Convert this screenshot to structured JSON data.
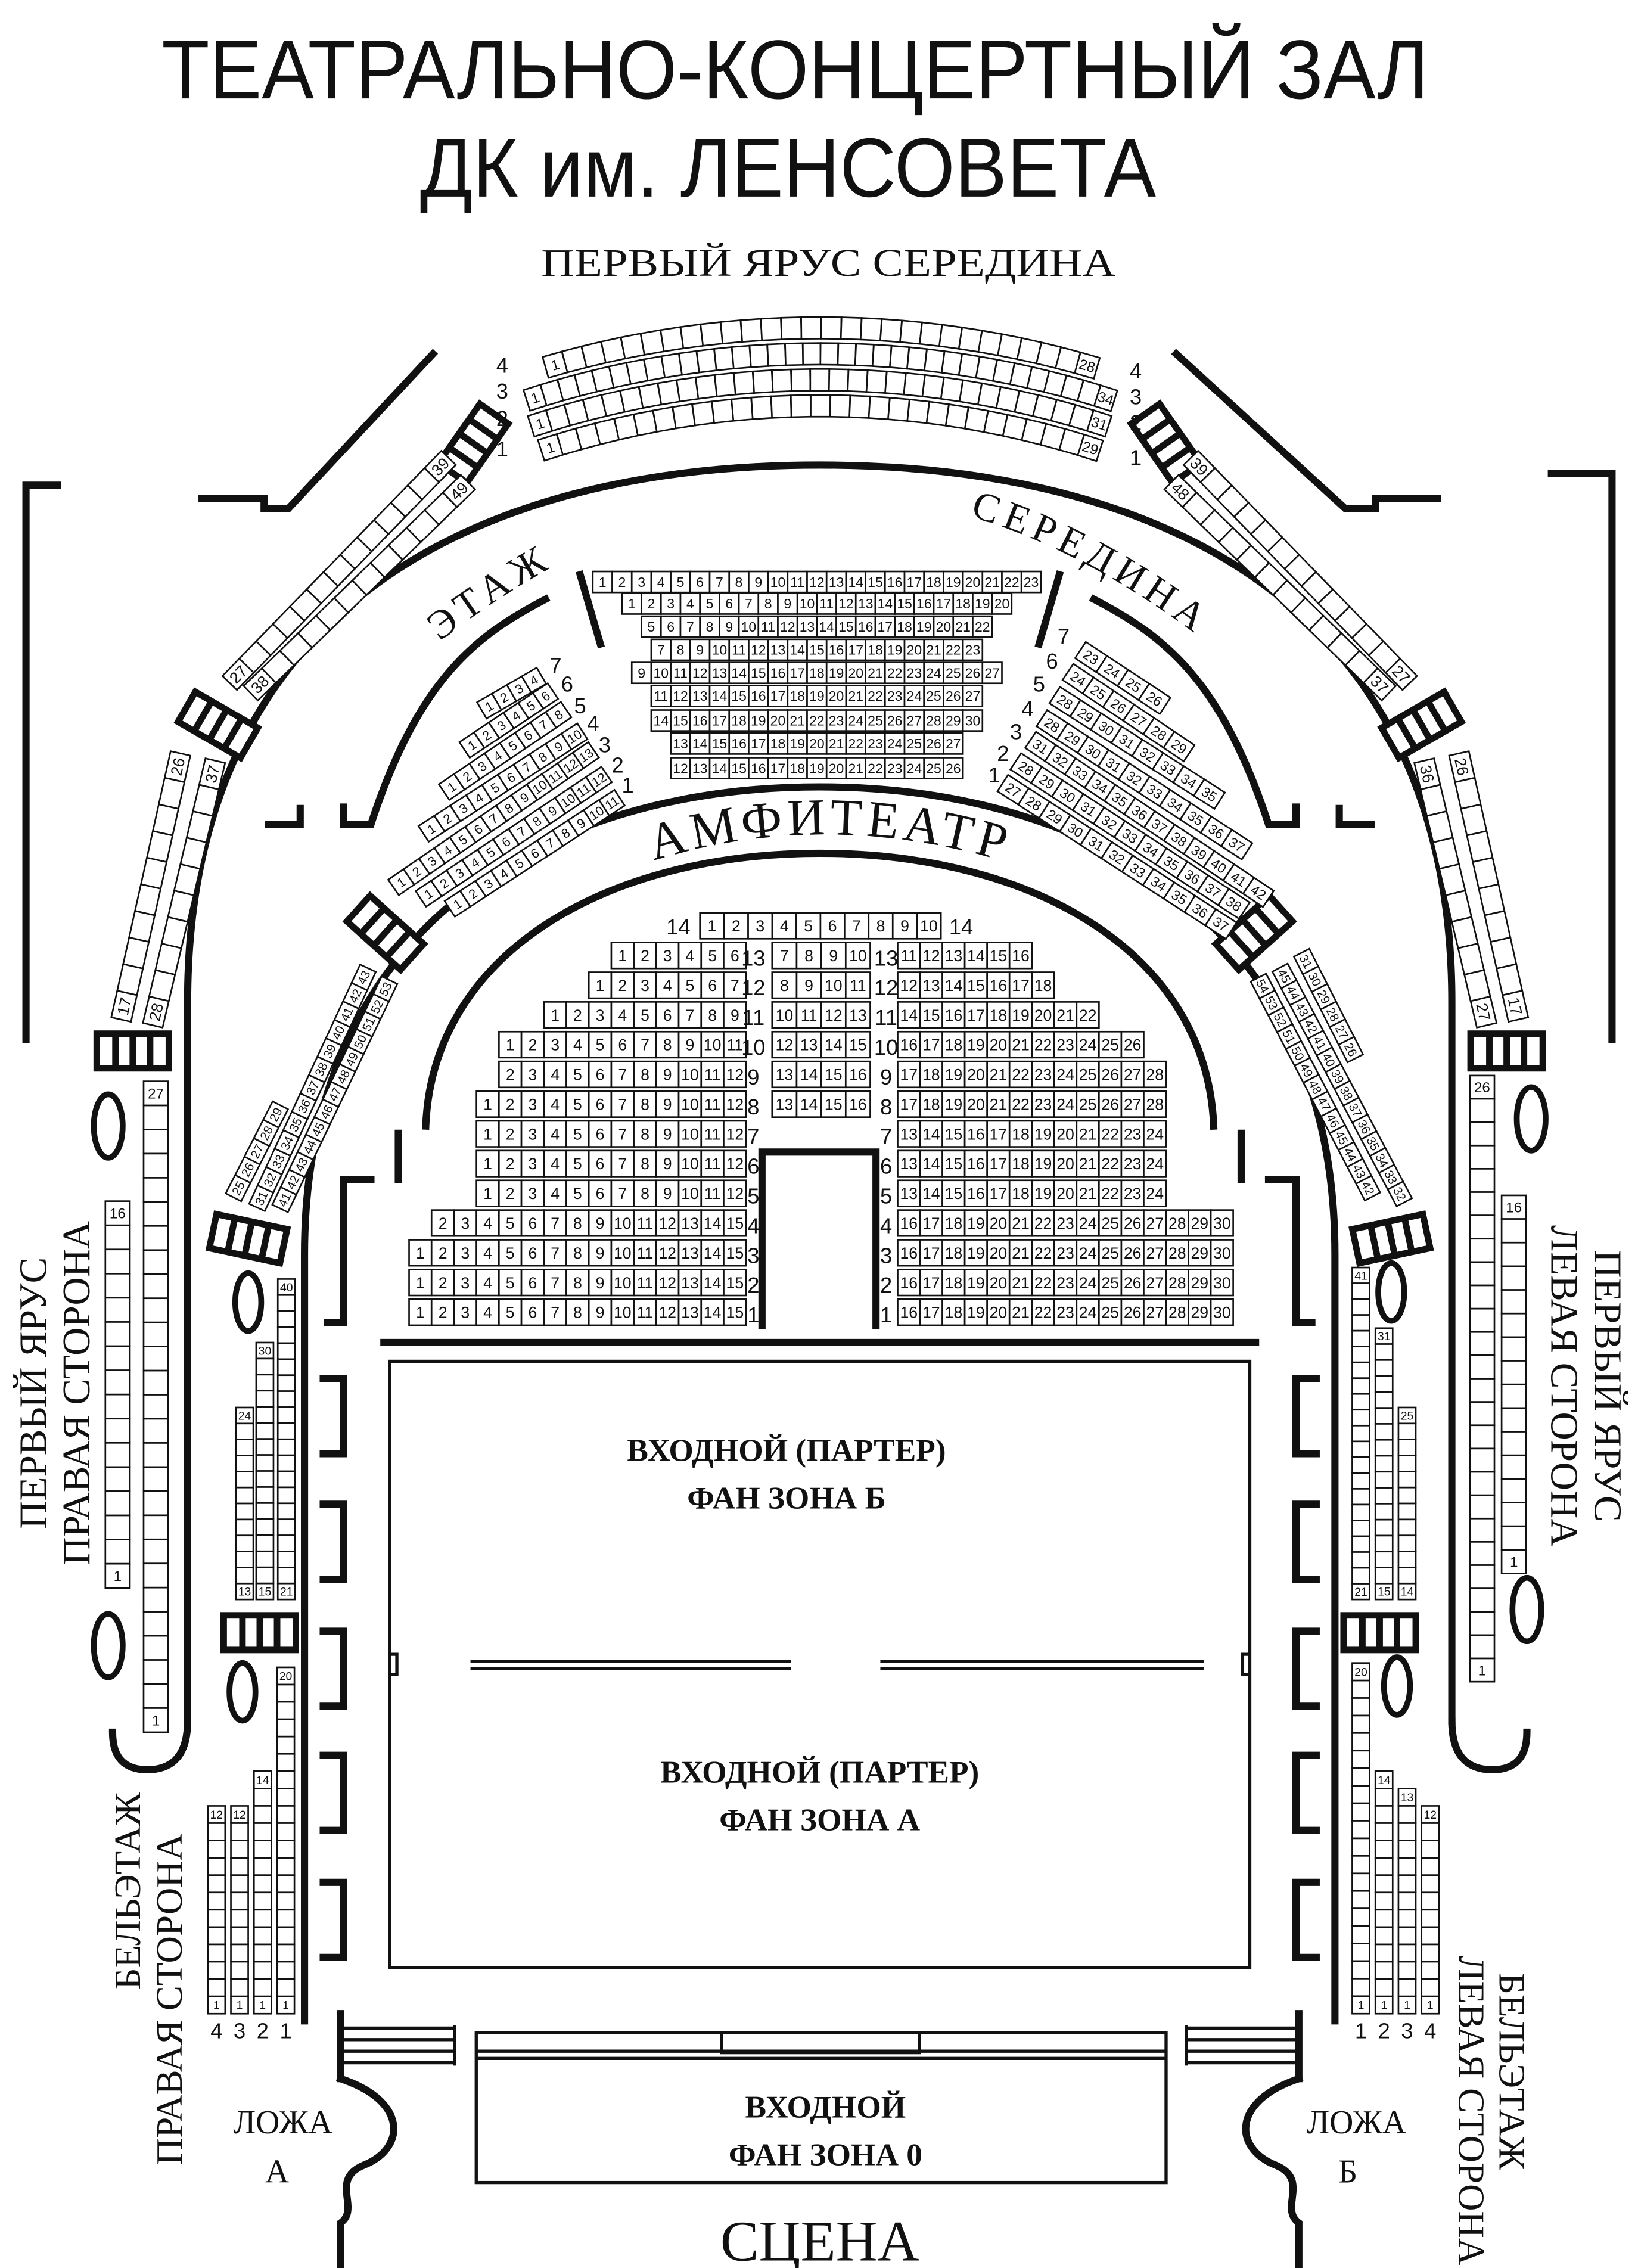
{
  "title": {
    "line1": "ТЕАТРАЛЬНО-КОНЦЕРТНЫЙ ЗАЛ",
    "line2": "ДК им. ЛЕНСОВЕТА"
  },
  "tier1_center": {
    "label": "ПЕРВЫЙ ЯРУС СЕРЕДИНА",
    "rows": [
      {
        "row": "4",
        "first": 1,
        "last": 28
      },
      {
        "row": "3",
        "first": 1,
        "last": 34
      },
      {
        "row": "2",
        "first": 1,
        "last": 31
      },
      {
        "row": "1",
        "first": 1,
        "last": 29
      }
    ]
  },
  "tier1_right_side": {
    "line1": "ПЕРВЫЙ ЯРУС",
    "line2": "ПРАВАЯ СТОРОНА",
    "strips": [
      {
        "first": 39,
        "last": 27
      },
      {
        "first": 49,
        "last": 38
      },
      {
        "first": 26,
        "last": 17
      },
      {
        "first": 37,
        "last": 28
      },
      {
        "first": 27,
        "last": 1
      },
      {
        "first": 16,
        "last": 1
      }
    ]
  },
  "tier1_left_side": {
    "line1": "ПЕРВЫЙ ЯРУС",
    "line2": "ЛЕВАЯ СТОРОНА",
    "strips": [
      {
        "first": 39,
        "last": 27
      },
      {
        "first": 48,
        "last": 37
      },
      {
        "first": 36,
        "last": 27
      },
      {
        "first": 26,
        "last": 17
      },
      {
        "first": 26,
        "last": 1
      },
      {
        "first": 16,
        "last": 1
      }
    ]
  },
  "beletage": {
    "label_left": "БЕЛЬЭТАЖ",
    "label_right": "СЕРЕДИНА",
    "center_rows": [
      [
        1,
        23
      ],
      [
        1,
        20
      ],
      [
        5,
        22
      ],
      [
        7,
        23
      ],
      [
        9,
        27
      ],
      [
        11,
        27
      ],
      [
        14,
        30
      ],
      [
        13,
        27
      ],
      [
        12,
        26
      ]
    ],
    "left_block": [
      {
        "row": "7",
        "first": 1,
        "last": 4
      },
      {
        "row": "6",
        "first": 1,
        "last": 6
      },
      {
        "row": "5",
        "first": 1,
        "last": 8
      },
      {
        "row": "4",
        "first": 1,
        "last": 10
      },
      {
        "row": "3",
        "first": 1,
        "last": 13
      },
      {
        "row": "2",
        "first": 1,
        "last": 12
      },
      {
        "row": "1",
        "first": 1,
        "last": 11
      }
    ],
    "right_block": [
      {
        "row": "7",
        "first": 23,
        "last": 26
      },
      {
        "row": "6",
        "first": 24,
        "last": 29
      },
      {
        "row": "5",
        "first": 28,
        "last": 35
      },
      {
        "row": "4",
        "first": 28,
        "last": 37
      },
      {
        "row": "3",
        "first": 31,
        "last": 42
      },
      {
        "row": "2",
        "first": 28,
        "last": 38
      },
      {
        "row": "1",
        "first": 27,
        "last": 37
      }
    ]
  },
  "beletage_right_side": {
    "line1": "БЕЛЬЭТАЖ",
    "line2": "ПРАВАЯ СТОРОНА",
    "upper": [
      {
        "first": 40,
        "last": 21
      },
      {
        "first": 30,
        "last": 15
      },
      {
        "first": 24,
        "last": 13
      }
    ],
    "lower": [
      {
        "row": "1",
        "first": 20,
        "last": 1
      },
      {
        "row": "2",
        "first": 14,
        "last": 1
      },
      {
        "row": "3",
        "first": 12,
        "last": 1
      },
      {
        "row": "4",
        "first": 12,
        "last": 1
      }
    ]
  },
  "beletage_left_side": {
    "line1": "БЕЛЬЭТАЖ",
    "line2": "ЛЕВАЯ СТОРОНА",
    "upper": [
      {
        "first": 41,
        "last": 21
      },
      {
        "first": 31,
        "last": 15
      },
      {
        "first": 25,
        "last": 14
      }
    ],
    "lower": [
      {
        "row": "1",
        "first": 20,
        "last": 1
      },
      {
        "row": "2",
        "first": 14,
        "last": 1
      },
      {
        "row": "3",
        "first": 13,
        "last": 1
      },
      {
        "row": "4",
        "first": 12,
        "last": 1
      }
    ]
  },
  "amphitheatre": {
    "label": "АМФИТЕАТР",
    "left_side": [
      [
        25,
        29
      ],
      [
        31,
        43
      ],
      [
        41,
        53
      ]
    ],
    "right_side": [
      [
        31,
        26
      ],
      [
        45,
        32
      ],
      [
        54,
        42
      ]
    ]
  },
  "parterre": {
    "rows": [
      {
        "row": "1",
        "left": [
          1,
          15
        ],
        "right": [
          16,
          30
        ]
      },
      {
        "row": "2",
        "left": [
          1,
          15
        ],
        "right": [
          16,
          30
        ]
      },
      {
        "row": "3",
        "left": [
          1,
          15
        ],
        "right": [
          16,
          30
        ]
      },
      {
        "row": "4",
        "left": [
          2,
          15
        ],
        "right": [
          16,
          30
        ]
      },
      {
        "row": "5",
        "left": [
          1,
          12
        ],
        "right": [
          13,
          24
        ]
      },
      {
        "row": "6",
        "left": [
          1,
          12
        ],
        "right": [
          13,
          24
        ]
      },
      {
        "row": "7",
        "left": [
          1,
          12
        ],
        "right": [
          13,
          24
        ]
      },
      {
        "row": "8",
        "left": [
          1,
          12
        ],
        "center": [
          13,
          16
        ],
        "right": [
          17,
          28
        ]
      },
      {
        "row": "9",
        "left": [
          2,
          12
        ],
        "center": [
          13,
          16
        ],
        "right": [
          17,
          28
        ]
      },
      {
        "row": "10",
        "left": [
          1,
          11
        ],
        "center": [
          12,
          15
        ],
        "right": [
          16,
          26
        ]
      },
      {
        "row": "11",
        "left": [
          1,
          9
        ],
        "center": [
          10,
          13
        ],
        "right": [
          14,
          22
        ]
      },
      {
        "row": "12",
        "left": [
          1,
          7
        ],
        "center": [
          8,
          11
        ],
        "right": [
          12,
          18
        ]
      },
      {
        "row": "13",
        "left": [
          1,
          6
        ],
        "center": [
          7,
          10
        ],
        "right": [
          11,
          16
        ]
      },
      {
        "row": "14",
        "center": [
          1,
          10
        ]
      }
    ]
  },
  "fan_zones": {
    "b_line1": "ВХОДНОЙ (ПАРТЕР)",
    "b_line2": "ФАН ЗОНА Б",
    "a_line1": "ВХОДНОЙ (ПАРТЕР)",
    "a_line2": "ФАН ЗОНА А",
    "zero_line1": "ВХОДНОЙ",
    "zero_line2": "ФАН ЗОНА 0"
  },
  "loges": {
    "a_line1": "ЛОЖА",
    "a_line2": "А",
    "b_line1": "ЛОЖА",
    "b_line2": "Б"
  },
  "stage": "СЦЕНА"
}
